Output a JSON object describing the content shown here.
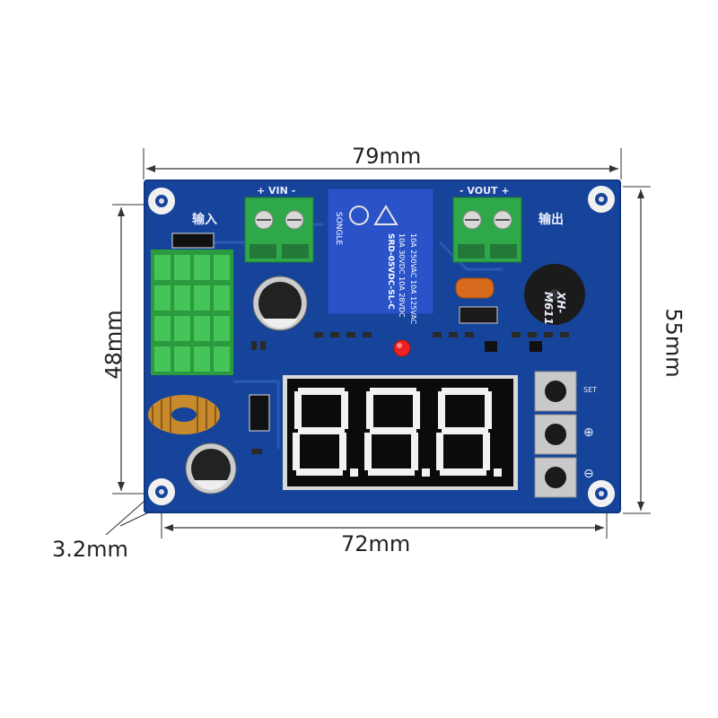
{
  "dimensions": {
    "top_width": "79mm",
    "left_height": "48mm",
    "right_height": "55mm",
    "bottom_width": "72mm",
    "hole_diameter": "3.2mm"
  },
  "board": {
    "vin_label": "+ VIN -",
    "vout_label": "- VOUT +",
    "input_label": "输入",
    "output_label": "输出",
    "model": "XH-M611",
    "relay_brand": "SONGLE",
    "relay_model": "SRD-05VDC-SL-C",
    "relay_rating_1": "10A 250VAC  10A 125VAC",
    "relay_rating_2": "10A 30VDC  10A 28VDC",
    "set_label": "SET",
    "plus_label": "⊕",
    "minus_label": "⊖"
  },
  "display": {
    "segments_lit": "8.8.8."
  },
  "colors": {
    "pcb": "#16449a",
    "terminal": "#2fa84a",
    "relay": "#2b53c9",
    "heatsink": "#3bb54a"
  }
}
